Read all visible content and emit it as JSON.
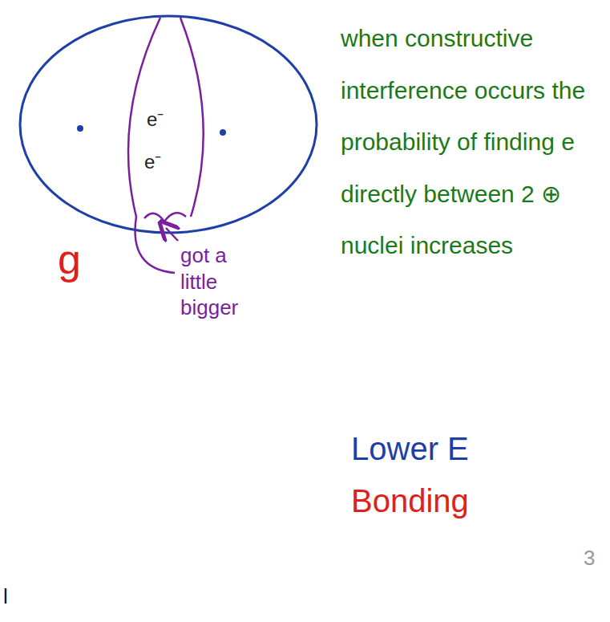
{
  "diagram": {
    "labels": [
      "e⁻",
      "e⁻",
      "g",
      "got a little bigger",
      "when constructive interference occurs the probability of finding e directly between 2 ⊕ nuclei increases",
      "Lower E",
      "Bonding",
      "3",
      "l"
    ]
  }
}
